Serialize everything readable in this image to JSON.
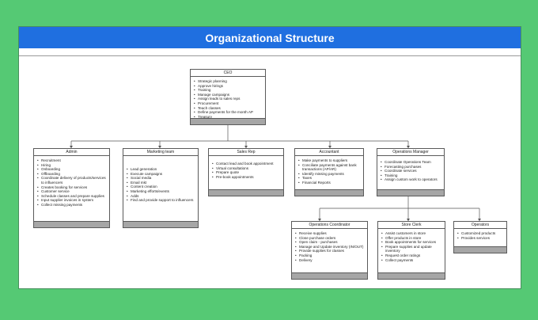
{
  "title": "Organizational Structure",
  "colors": {
    "title_bar": "#1f6fe0",
    "background": "#55c974",
    "footer": "#a6a6a6"
  },
  "nodes": {
    "ceo": {
      "title": "CEO",
      "items": [
        "Strategic planning",
        "Approve hirings",
        "Training",
        "Manage campaigns",
        "Assign leads to sales reps",
        "Procurement",
        "Teach classes",
        "Define payments for the month AP",
        "Treasury"
      ]
    },
    "admin": {
      "title": "Admin",
      "items": [
        "Recruitment",
        "Hiring",
        "Onboarding",
        "Offboarding",
        "Coordinate delivery of products/services to influencers",
        "Creates booking for services",
        "Customer service",
        "Schedule classes and prepare supplies",
        "Input supplier invoices in system",
        "Collect missing payments"
      ]
    },
    "marketing": {
      "title": "Marketing team",
      "items": [
        "Lead generation",
        "Execute campaigns",
        "Social media",
        "Email mkt",
        "Content creation",
        "Marketing efforts/events",
        "Adds",
        "Find and provide support to influencers"
      ]
    },
    "sales": {
      "title": "Sales Rep",
      "items": [
        "Contact lead and book appointment",
        "Virtual consultations",
        "Prepare quote",
        "Pre-book appointments"
      ]
    },
    "accountant": {
      "title": "Accountant",
      "items": [
        "Make payments to suppliers",
        "Conciliate payments against bank transactions (AP/AR)",
        "Identify missing payments",
        "Taxes",
        "Financial Reports"
      ]
    },
    "ops_manager": {
      "title": "Operations Manager",
      "items": [
        "Coordinate Operations Team",
        "Forecasting purchases",
        "Coordinate services",
        "Training",
        "Assign custom work to operators"
      ]
    },
    "ops_coord": {
      "title": "Operations Coordinator",
      "items": [
        "Receive supplies",
        "Close purchase orders",
        "Open claim - purchases",
        "Manage and Update inventory (IN/OUT)",
        "Provide supplies for classes",
        "Packing",
        "Delivery"
      ]
    },
    "store_clerk": {
      "title": "Store Clerk",
      "items": [
        "Assist customers in store",
        "Offer products in store",
        "Book appointments for services",
        "Prepare supplies and update inventory",
        "Request order ratings",
        "Collect payments"
      ]
    },
    "operators": {
      "title": "Operators",
      "items": [
        "Customized products",
        "Provides services"
      ]
    }
  }
}
